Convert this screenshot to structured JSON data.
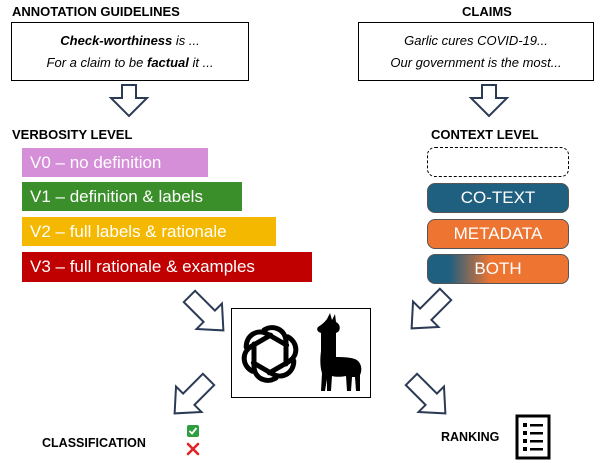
{
  "guidelines": {
    "heading": "ANNOTATION GUIDELINES",
    "line1_bold": "Check-worthiness",
    "line1_rest": " is ...",
    "line2_start": "For a claim to be ",
    "line2_bold": "factual",
    "line2_rest": " it ..."
  },
  "claims": {
    "heading": "CLAIMS",
    "line1": "Garlic cures COVID-19...",
    "line2": "Our government is the most..."
  },
  "verbosity": {
    "heading": "VERBOSITY LEVEL",
    "levels": [
      {
        "label": "V0 – no definition",
        "color": "#d58fd8"
      },
      {
        "label": "V1 – definition & labels",
        "color": "#3a8f2a"
      },
      {
        "label": "V2 – full labels & rationale",
        "color": "#f5b800"
      },
      {
        "label": "V3 – full rationale &  examples",
        "color": "#c00000"
      }
    ]
  },
  "context": {
    "heading": "CONTEXT LEVEL",
    "levels": [
      {
        "label": "",
        "style": "dashed"
      },
      {
        "label": "CO-TEXT",
        "color": "#1f5f80"
      },
      {
        "label": "METADATA",
        "color": "#ee7531"
      },
      {
        "label": "BOTH",
        "color_start": "#1f5f80",
        "color_end": "#ee7531"
      }
    ]
  },
  "outputs": {
    "classification": "CLASSIFICATION",
    "ranking": "RANKING"
  },
  "icons": [
    "openai-logo-icon",
    "llama-icon",
    "check-mark-icon",
    "cross-mark-icon",
    "list-document-icon"
  ]
}
